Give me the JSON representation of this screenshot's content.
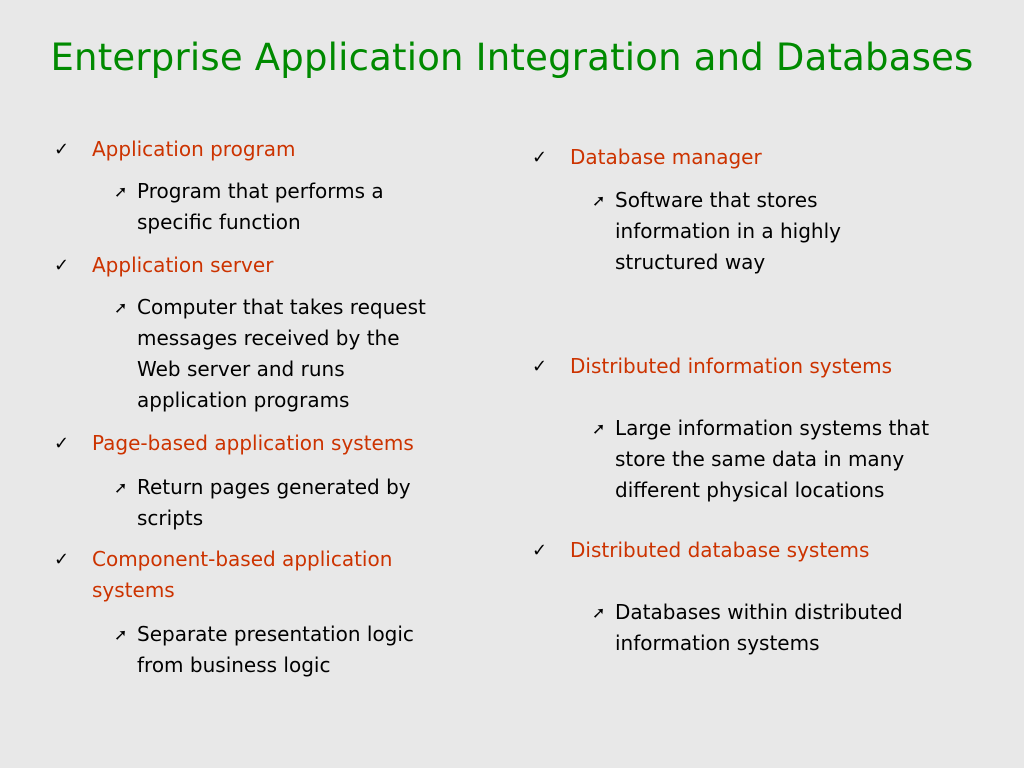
{
  "slide": {
    "title": "Enterprise Application Integration and Databases",
    "left": {
      "items": [
        {
          "heading": [
            "Application program"
          ],
          "sub": [
            "Program that performs a",
            "specific function"
          ]
        },
        {
          "heading": [
            "Application server"
          ],
          "sub": [
            "Computer that takes request",
            "messages received by the",
            "Web server and runs",
            "application programs"
          ]
        },
        {
          "heading": [
            "Page-based application systems"
          ],
          "sub": [
            "Return pages generated by",
            "scripts"
          ]
        },
        {
          "heading": [
            "Component-based application",
            "systems"
          ],
          "sub": [
            "Separate presentation logic",
            "from business logic"
          ]
        }
      ]
    },
    "right": {
      "items": [
        {
          "heading": [
            "Database manager"
          ],
          "sub": [
            "Software that stores",
            "information in a highly",
            "structured way"
          ]
        },
        {
          "heading": [
            "Distributed information systems"
          ],
          "sub": [
            "Large information systems that",
            "store the same data in many",
            "different physical locations"
          ]
        },
        {
          "heading": [
            "Distributed database systems"
          ],
          "sub": [
            "Databases within distributed",
            "information systems"
          ]
        }
      ]
    },
    "icons": {
      "check": "checkmark-icon",
      "sub_bullet": "arrow-up-right-icon"
    }
  }
}
